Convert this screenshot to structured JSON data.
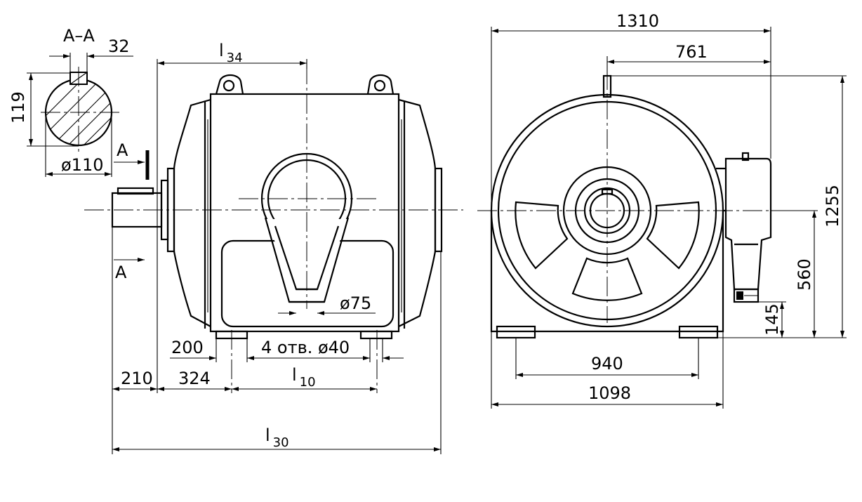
{
  "section": {
    "title": "А–А",
    "arrow_label": "А"
  },
  "labels": {
    "d32": "32",
    "d119": "119",
    "d110": "ø110",
    "l34_main": "l",
    "l34_sub": "34",
    "d75": "ø75",
    "d200": "200",
    "holes": "4 отв. ø40",
    "d210": "210",
    "d324": "324",
    "l10_main": "l",
    "l10_sub": "10",
    "l30_main": "l",
    "l30_sub": "30",
    "d1310": "1310",
    "d761": "761",
    "d1255": "1255",
    "d560": "560",
    "d145": "145",
    "d940": "940",
    "d1098": "1098"
  }
}
